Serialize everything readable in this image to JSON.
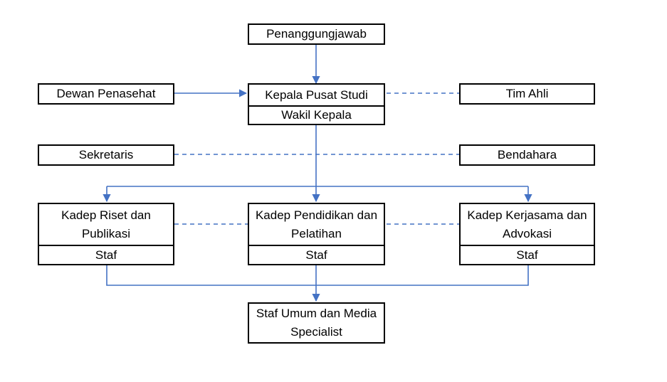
{
  "nodes": {
    "penanggungjawab": "Penanggungjawab",
    "dewan_penasehat": "Dewan Penasehat",
    "kepala_pusat_studi": "Kepala Pusat Studi",
    "wakil_kepala": "Wakil Kepala",
    "tim_ahli": "Tim Ahli",
    "sekretaris": "Sekretaris",
    "bendahara": "Bendahara",
    "kadep_riset": "Kadep Riset dan Publikasi",
    "kadep_riset_staf": "Staf",
    "kadep_pendidikan": "Kadep Pendidikan dan Pelatihan",
    "kadep_pendidikan_staf": "Staf",
    "kadep_kerjasama": "Kadep Kerjasama dan Advokasi",
    "kadep_kerjasama_staf": "Staf",
    "staf_umum": "Staf Umum dan Media Specialist"
  },
  "colors": {
    "connector": "#4472C4",
    "border": "#000000"
  }
}
